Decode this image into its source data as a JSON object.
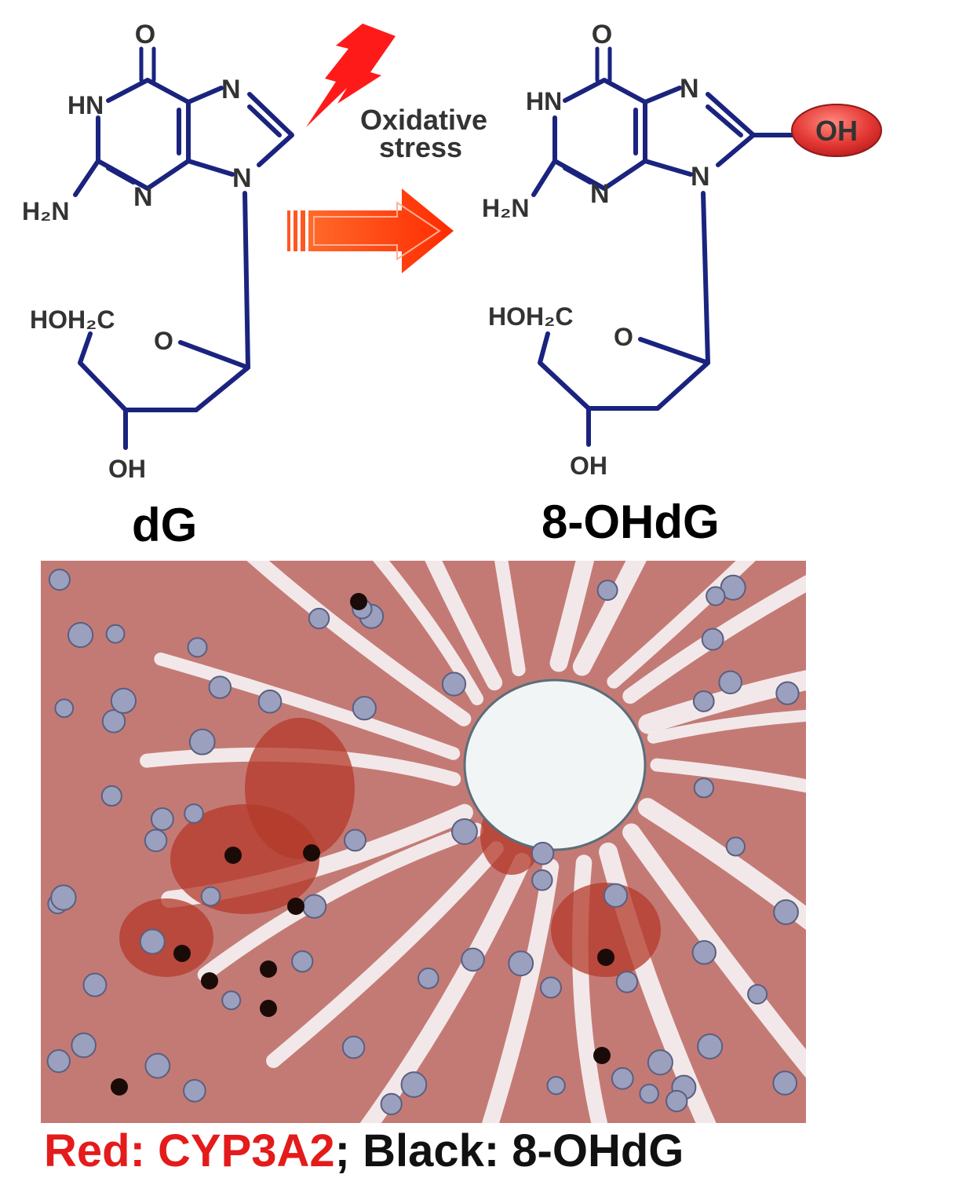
{
  "reaction": {
    "stress_label_line1": "Oxidative",
    "stress_label_line2": "stress"
  },
  "molecules": [
    {
      "name": "dG",
      "atoms": {
        "o_top": "O",
        "hn": "HN",
        "n7": "N",
        "n9": "N",
        "n3": "N",
        "nh2": "H₂N",
        "hoh2c": "HOH₂C",
        "o_ring": "O",
        "oh": "OH"
      }
    },
    {
      "name": "8-OHdG",
      "atoms": {
        "o_top": "O",
        "hn": "HN",
        "n7": "N",
        "n9": "N",
        "n3": "N",
        "nh2": "H₂N",
        "hoh2c": "HOH₂C",
        "o_ring": "O",
        "oh": "OH",
        "oh_highlight": "OH"
      }
    }
  ],
  "legend": {
    "red_label": "Red: CYP3A2",
    "separator": "; ",
    "black_label": "Black: 8-OHdG"
  },
  "colors": {
    "bond": "#1a237e",
    "arrow": "#ff3d00",
    "bolt": "#ff1a1a",
    "oh_ellipse": "#e53935",
    "legend_red": "#e41b1b",
    "tissue_cytoplasm": "#c47a74",
    "tissue_nucleus": "#8c8fb0",
    "stain_black": "#1b0b08"
  }
}
